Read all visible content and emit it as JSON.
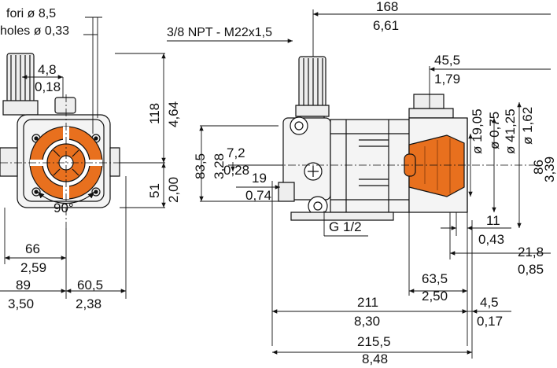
{
  "notes": {
    "holes_it": "fori ø 8,5",
    "holes_en": "holes ø 0,33",
    "thread": "3/8 NPT - M22x1,5",
    "angle": "90°",
    "inlet": "G 1/2"
  },
  "left_view": {
    "w48": "4,8",
    "w018": "0,18",
    "h118": "118",
    "h464": "4,64",
    "h51": "51",
    "h200": "2,00",
    "w66": "66",
    "w259": "2,59",
    "w89": "89",
    "w350": "3,50",
    "w605": "60,5",
    "w238": "2,38"
  },
  "right_view": {
    "w168": "168",
    "w661": "6,61",
    "w455": "45,5",
    "w179": "1,79",
    "h835": "83,5",
    "h328": "3,28",
    "h72": "7,2",
    "h028": "0,28",
    "h19": "19",
    "h074": "0,74",
    "d1905": "ø 19,05",
    "d075": "ø 0,75",
    "d4125": "ø 41,25",
    "d162": "ø 1,62",
    "h86": "86",
    "h339_partial": "3,39",
    "w11": "11",
    "w043": "0,43",
    "w218": "21,8",
    "w085": "0,85",
    "w635": "63,5",
    "w250": "2,50",
    "w211": "211",
    "w830": "8,30",
    "w45": "4,5",
    "w017": "0,17",
    "w2155": "215,5",
    "w848": "8,48"
  },
  "colors": {
    "line": "#111111",
    "highlight": "#e8701e",
    "shade": "#d8d8d8"
  }
}
